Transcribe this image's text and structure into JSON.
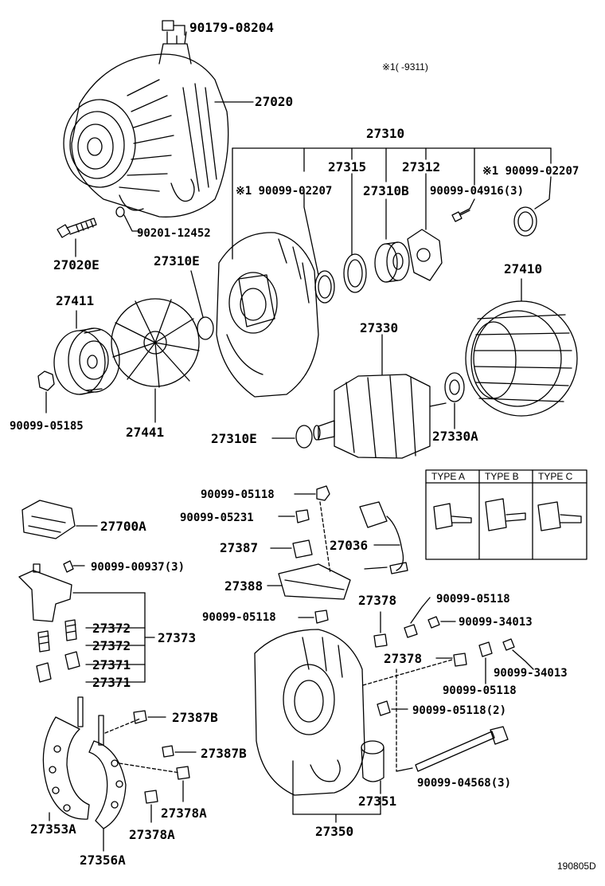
{
  "labels": {
    "p90179_08204": "90179-08204",
    "p27020": "27020",
    "note_top": "※1(     -9311)",
    "p27310": "27310",
    "p27315": "27315",
    "p27312": "27312",
    "p90099_02207_a": "※1 90099-02207",
    "p90099_02207_b": "※1 90099-02207",
    "p27310B": "27310B",
    "p90099_04916": "90099-04916(3)",
    "p90201_12452": "90201-12452",
    "p27020E": "27020E",
    "p27310E_top": "27310E",
    "p27410": "27410",
    "p27411": "27411",
    "p27330": "27330",
    "p90099_05185": "90099-05185",
    "p27441": "27441",
    "p27310E_bot": "27310E",
    "p27330A": "27330A",
    "p90099_05118_a": "90099-05118",
    "p90099_05231": "90099-05231",
    "p27700A": "27700A",
    "p27387": "27387",
    "p27036": "27036",
    "p90099_00937": "90099-00937(3)",
    "p27388": "27388",
    "p27378_a": "27378",
    "p90099_05118_b": "90099-05118",
    "p90099_05118_c": "90099-05118",
    "p90099_34013_a": "90099-34013",
    "p27372_a": "27372",
    "p27373": "27373",
    "p27372_b": "27372",
    "p27378_b": "27378",
    "p27371_a": "27371",
    "p90099_34013_b": "90099-34013",
    "p27371_b": "27371",
    "p90099_05118_d": "90099-05118",
    "p90099_05118_e": "90099-05118(2)",
    "p27387B_a": "27387B",
    "p27387B_b": "27387B",
    "p90099_04568": "90099-04568(3)",
    "p27378A_a": "27378A",
    "p27351": "27351",
    "p27353A": "27353A",
    "p27378A_b": "27378A",
    "p27350": "27350",
    "p27356A": "27356A",
    "fig_id": "190805D"
  },
  "type_box": {
    "type_a": "TYPE A",
    "type_b": "TYPE B",
    "type_c": "TYPE C"
  }
}
